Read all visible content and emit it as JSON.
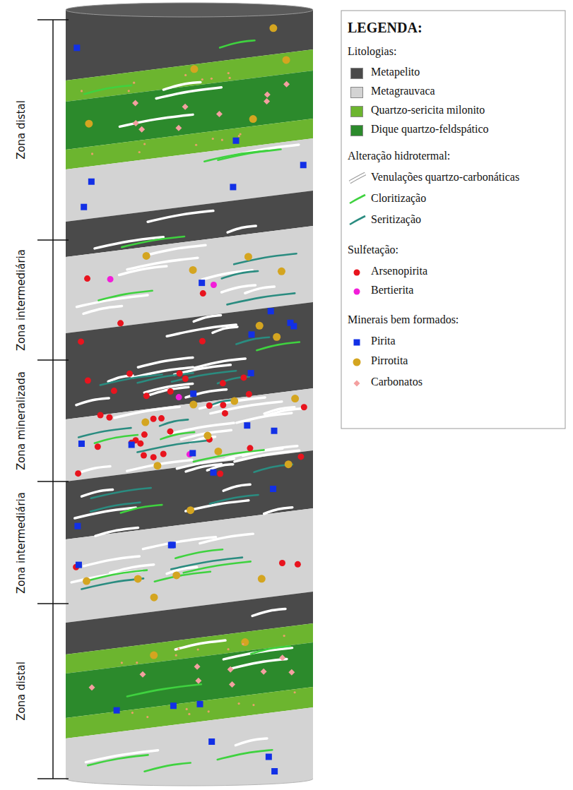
{
  "diagram": {
    "labels": [
      "Zona distal",
      "Zona intermediária",
      "Zona mineralizada",
      "Zona intermediária",
      "Zona distal",
      "LEGENDA:",
      "Litologias:",
      "Alteração hidrotermal:",
      "Sulfetação:",
      "Minerais bem formados:"
    ],
    "legend": [
      {
        "text": "Metapelito",
        "color": "#4a4a4a"
      },
      {
        "text": "Metagrauvaca",
        "color": "#d3d3d3"
      },
      {
        "text": "Quartzo-sericita milonito",
        "color": "#6cb52f"
      },
      {
        "text": "Dique quartzo-feldspático",
        "color": "#2c8a2c"
      },
      {
        "text": "Venulações quartzo-carbonáticas"
      },
      {
        "text": "Cloritização"
      },
      {
        "text": "Seritização"
      },
      {
        "text": "Arsenopirita"
      },
      {
        "text": "Bertierita"
      },
      {
        "text": "Pirita"
      },
      {
        "text": "Pirrotita"
      },
      {
        "text": "Carbonatos"
      }
    ]
  }
}
